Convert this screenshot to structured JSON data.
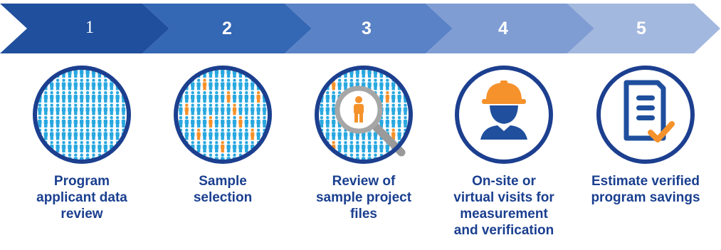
{
  "colors": {
    "chevrons": [
      "#1f4f9d",
      "#3467b4",
      "#5a82c6",
      "#7f9dd3",
      "#a3b8df"
    ],
    "circle_stroke": "#1c3f8f",
    "person_blue": "#29a8e0",
    "person_orange": "#f5922b",
    "label_text": "#1a3f8f"
  },
  "steps": [
    {
      "number": "1",
      "label": "Program\napplicant data\nreview",
      "icon": "crowd-icon"
    },
    {
      "number": "2",
      "label": "Sample\nselection",
      "icon": "crowd-selection-icon"
    },
    {
      "number": "3",
      "label": "Review of\nsample project\nfiles",
      "icon": "magnifier-crowd-icon"
    },
    {
      "number": "4",
      "label": "On-site or\nvirtual visits for\nmeasurement\nand verification",
      "icon": "hard-hat-worker-icon"
    },
    {
      "number": "5",
      "label": "Estimate verified\nprogram savings",
      "icon": "checklist-document-icon"
    }
  ]
}
